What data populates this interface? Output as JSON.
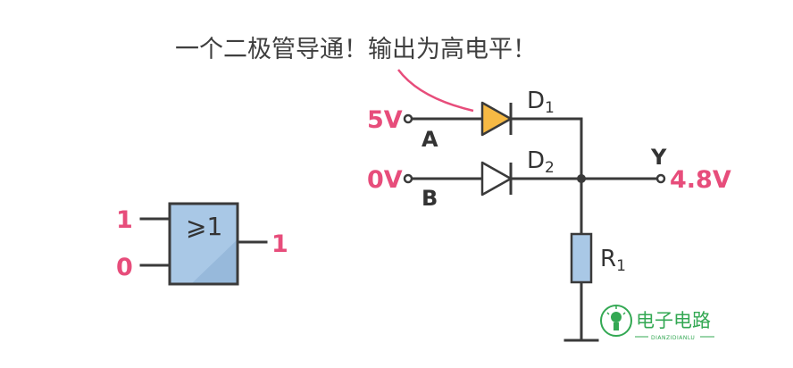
{
  "caption": "一个二极管导通！输出为高电平！",
  "circuit": {
    "input_a_voltage": "5V",
    "input_a_label": "A",
    "input_b_voltage": "0V",
    "input_b_label": "B",
    "diode1_label": "D",
    "diode1_sub": "1",
    "diode2_label": "D",
    "diode2_sub": "2",
    "output_label": "Y",
    "output_voltage": "4.8V",
    "resistor_label": "R",
    "resistor_sub": "1"
  },
  "gate": {
    "symbol": "⩾1",
    "input1": "1",
    "input2": "0",
    "output": "1"
  },
  "logo": {
    "chinese": "电子电路",
    "pinyin": "DIANZIDIANLU"
  },
  "colors": {
    "accent": "#e74d7b",
    "diode_on": "#f6b944",
    "gate_fill": "#a9c8e6",
    "wire": "#3a3a3a",
    "logo": "#33a853"
  }
}
